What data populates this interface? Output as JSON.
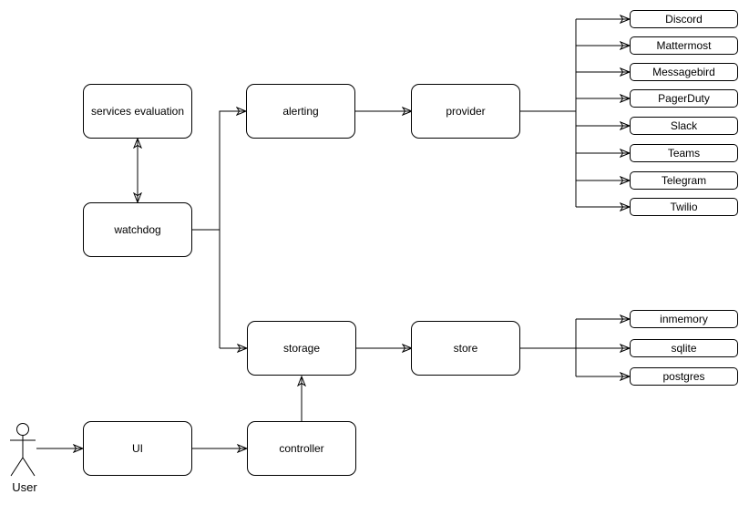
{
  "diagram": {
    "colors": {
      "background": "#ffffff",
      "stroke": "#000000",
      "node_fill": "#ffffff"
    },
    "actor": {
      "label": "User"
    },
    "nodes": {
      "services_evaluation": "services evaluation",
      "watchdog": "watchdog",
      "alerting": "alerting",
      "provider": "provider",
      "storage": "storage",
      "store": "store",
      "ui": "UI",
      "controller": "controller"
    },
    "provider_targets": [
      "Discord",
      "Mattermost",
      "Messagebird",
      "PagerDuty",
      "Slack",
      "Teams",
      "Telegram",
      "Twilio"
    ],
    "store_targets": [
      "inmemory",
      "sqlite",
      "postgres"
    ]
  }
}
